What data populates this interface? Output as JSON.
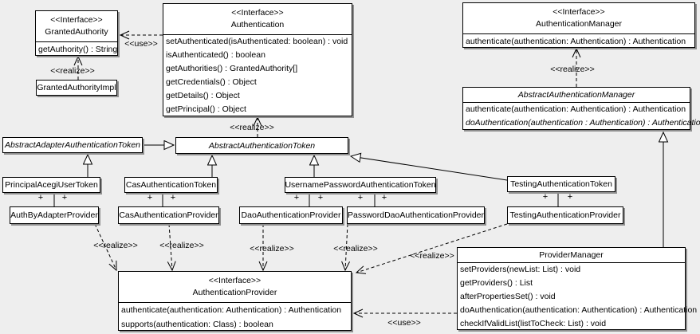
{
  "colors": {
    "background": "#eeeeee",
    "box_fill": "#ffffff",
    "line": "#000000",
    "shadow": "#8f8f8f"
  },
  "labels": {
    "use": "<<use>>",
    "realize": "<<realize>>",
    "plus": "+"
  },
  "classes": {
    "granted_authority": {
      "stereotype": "<<Interface>>",
      "name": "GrantedAuthority",
      "methods": [
        "getAuthority() : String"
      ]
    },
    "authentication": {
      "stereotype": "<<Interface>>",
      "name": "Authentication",
      "methods": [
        "setAuthenticated(isAuthenticated: boolean) : void",
        "isAuthenticated() : boolean",
        "getAuthorities() : GrantedAuthority[]",
        "getCredentials() : Object",
        "getDetails() : Object",
        "getPrincipal() : Object"
      ]
    },
    "authentication_manager": {
      "stereotype": "<<Interface>>",
      "name": "AuthenticationManager",
      "methods": [
        "authenticate(authentication: Authentication) : Authentication"
      ]
    },
    "abstract_authentication_manager": {
      "name": "AbstractAuthenticationManager",
      "methods": [
        "authenticate(authentication: Authentication) : Authentication",
        "doAuthentication(authentication : Authentication) : Authentication"
      ]
    },
    "granted_authority_impl": {
      "name": "GrantedAuthorityImpl"
    },
    "abstract_adapter_authentication_token": {
      "name": "AbstractAdapterAuthenticationToken"
    },
    "abstract_authentication_token": {
      "name": "AbstractAuthenticationToken"
    },
    "principal_acegi_user_token": {
      "name": "PrincipalAcegiUserToken"
    },
    "cas_authentication_token": {
      "name": "CasAuthenticationToken"
    },
    "username_password_authentication_token": {
      "name": "UsernamePasswordAuthenticationToken"
    },
    "testing_authentication_token": {
      "name": "TestingAuthenticationToken"
    },
    "auth_by_adapter_provider": {
      "name": "AuthByAdapterProvider"
    },
    "cas_authentication_provider": {
      "name": "CasAuthenticationProvider"
    },
    "dao_authentication_provider": {
      "name": "DaoAuthenticationProvider"
    },
    "password_dao_authentication_provider": {
      "name": "PasswordDaoAuthenticationProvider"
    },
    "testing_authentication_provider": {
      "name": "TestingAuthenticationProvider"
    },
    "authentication_provider": {
      "stereotype": "<<Interface>>",
      "name": "AuthenticationProvider",
      "methods": [
        "authenticate(authentication: Authentication) : Authentication",
        "supports(authentication: Class) : boolean"
      ]
    },
    "provider_manager": {
      "name": "ProviderManager",
      "methods": [
        "setProviders(newList: List) : void",
        "getProviders() : List",
        "afterPropertiesSet() : void",
        "doAuthentication(authentication: Authentication) : Authentication",
        "checkIfValidList(listToCheck: List) : void"
      ]
    }
  }
}
